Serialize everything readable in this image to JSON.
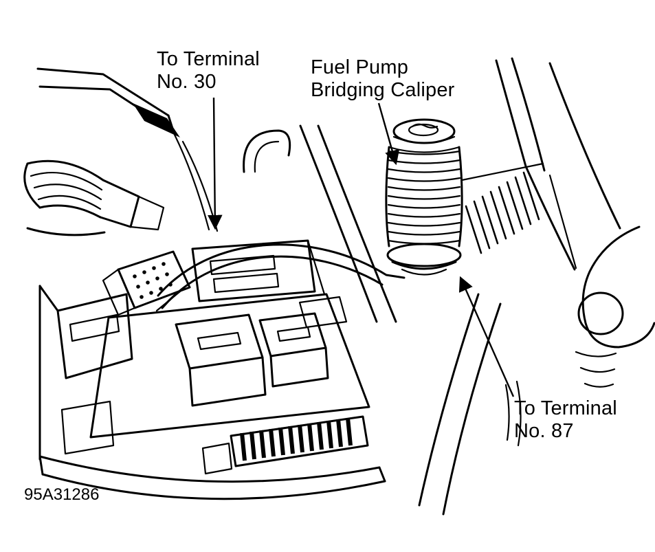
{
  "figure": {
    "id_label": "95A31286",
    "background": "#ffffff",
    "line_color": "#000000",
    "description": "Engine bay line drawing: fuel pump bridging caliper wired to fuse/relay box terminals"
  },
  "labels": {
    "terminal30": {
      "line1": "To Terminal",
      "line2": "No. 30"
    },
    "caliper": {
      "line1": "Fuel Pump",
      "line2": "Bridging Caliper"
    },
    "terminal87": {
      "line1": "To Terminal",
      "line2": "No. 87"
    }
  }
}
